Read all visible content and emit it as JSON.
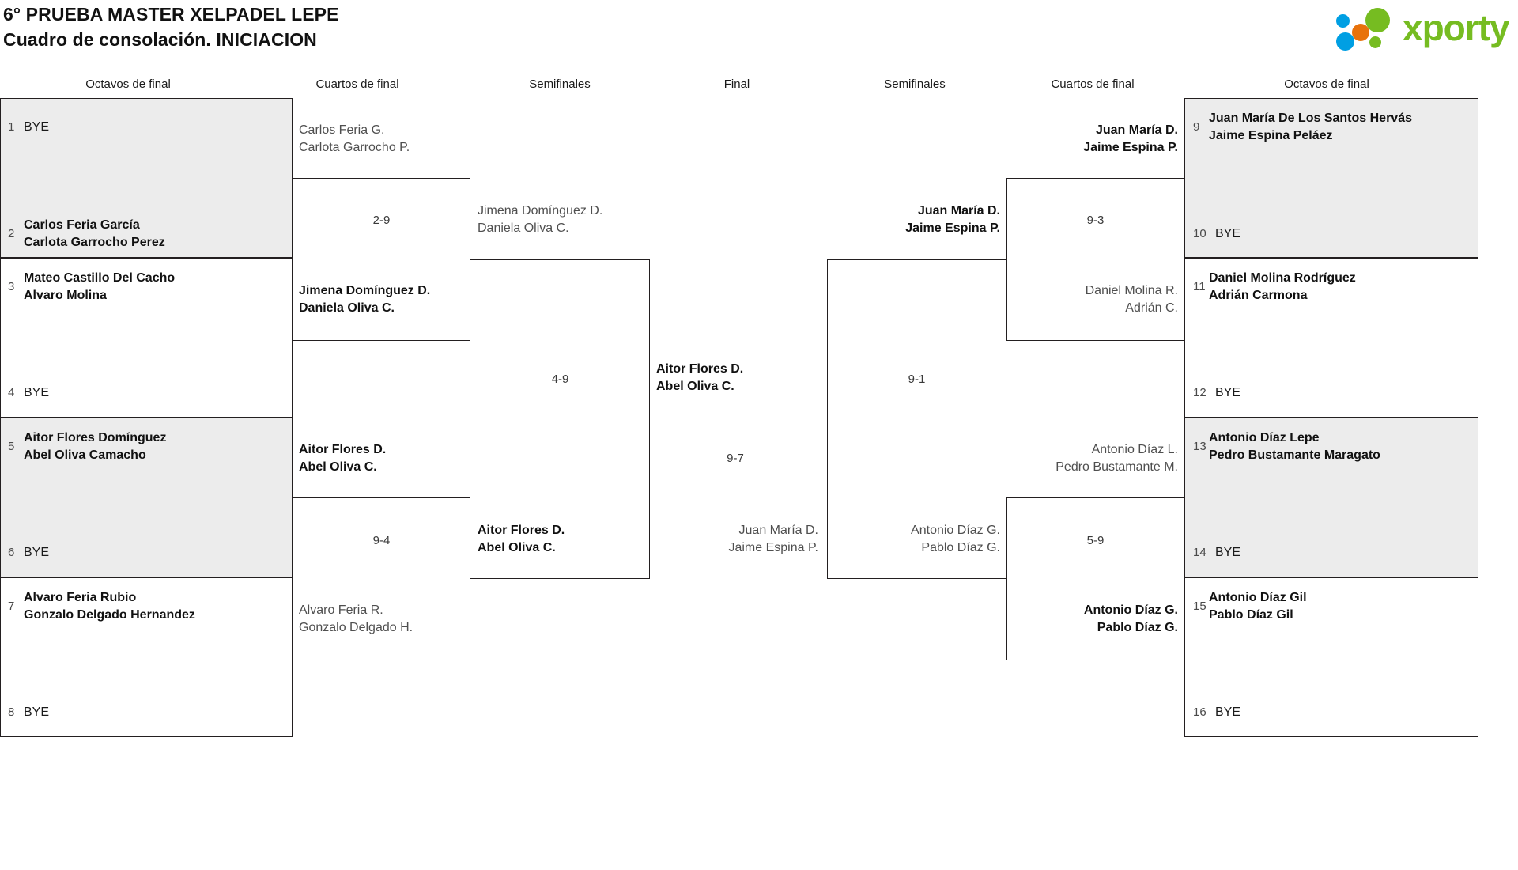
{
  "header": {
    "title_line1": "6° PRUEBA MASTER XELPADEL LEPE",
    "title_line2": "Cuadro de consolación. INICIACION",
    "logo_word": "xporty",
    "logo_colors": {
      "green": "#76bc21",
      "blue": "#009fe3",
      "orange": "#e8720c"
    }
  },
  "round_labels": {
    "left_r16": "Octavos de final",
    "left_qf": "Cuartos de final",
    "left_sf": "Semifinales",
    "final": "Final",
    "right_sf": "Semifinales",
    "right_qf": "Cuartos de final",
    "right_r16": "Octavos de final"
  },
  "left_r16": [
    {
      "seed": "1",
      "line1": "BYE",
      "line2": "",
      "bye": true,
      "shaded": true
    },
    {
      "seed": "2",
      "line1": "Carlos Feria García",
      "line2": "Carlota Garrocho Perez",
      "bye": false,
      "shaded": true
    },
    {
      "seed": "3",
      "line1": "Mateo Castillo Del Cacho",
      "line2": "Alvaro Molina",
      "bye": false,
      "shaded": false
    },
    {
      "seed": "4",
      "line1": "BYE",
      "line2": "",
      "bye": true,
      "shaded": false
    },
    {
      "seed": "5",
      "line1": "Aitor Flores Domínguez",
      "line2": "Abel Oliva Camacho",
      "bye": false,
      "shaded": true
    },
    {
      "seed": "6",
      "line1": "BYE",
      "line2": "",
      "bye": true,
      "shaded": true
    },
    {
      "seed": "7",
      "line1": "Alvaro Feria Rubio",
      "line2": "Gonzalo Delgado Hernandez",
      "bye": false,
      "shaded": false
    },
    {
      "seed": "8",
      "line1": "BYE",
      "line2": "",
      "bye": true,
      "shaded": false
    }
  ],
  "right_r16": [
    {
      "seed": "9",
      "line1": "Juan María De Los Santos Hervás",
      "line2": "Jaime Espina Peláez",
      "bye": false,
      "shaded": true
    },
    {
      "seed": "10",
      "line1": "BYE",
      "line2": "",
      "bye": true,
      "shaded": true
    },
    {
      "seed": "11",
      "line1": "Daniel Molina Rodríguez",
      "line2": "Adrián Carmona",
      "bye": false,
      "shaded": false
    },
    {
      "seed": "12",
      "line1": "BYE",
      "line2": "",
      "bye": true,
      "shaded": false
    },
    {
      "seed": "13",
      "line1": "Antonio Díaz Lepe",
      "line2": "Pedro Bustamante Maragato",
      "bye": false,
      "shaded": true
    },
    {
      "seed": "14",
      "line1": "BYE",
      "line2": "",
      "bye": true,
      "shaded": true
    },
    {
      "seed": "15",
      "line1": "Antonio Díaz Gil",
      "line2": "Pablo Díaz Gil",
      "bye": false,
      "shaded": false
    },
    {
      "seed": "16",
      "line1": "BYE",
      "line2": "",
      "bye": true,
      "shaded": false
    }
  ],
  "left_qf": [
    {
      "top": {
        "line1": "Carlos Feria G.",
        "line2": "Carlota Garrocho P.",
        "winner": false
      },
      "bottom": {
        "line1": "Jimena Domínguez D.",
        "line2": "Daniela Oliva C.",
        "winner": true
      },
      "score": "2-9"
    },
    {
      "top": {
        "line1": "Aitor Flores D.",
        "line2": "Abel Oliva C.",
        "winner": true
      },
      "bottom": {
        "line1": "Alvaro Feria R.",
        "line2": "Gonzalo Delgado H.",
        "winner": false
      },
      "score": "9-4"
    }
  ],
  "left_sf": [
    {
      "top": {
        "line1": "Jimena Domínguez D.",
        "line2": "Daniela Oliva C.",
        "winner": false
      },
      "bottom": {
        "line1": "Aitor Flores D.",
        "line2": "Abel Oliva C.",
        "winner": true
      },
      "score": "4-9"
    }
  ],
  "final": {
    "top": {
      "line1": "Aitor Flores D.",
      "line2": "Abel Oliva C.",
      "winner": true
    },
    "bottom": {
      "line1": "Juan María D.",
      "line2": "Jaime Espina P.",
      "winner": false
    },
    "score": "9-7"
  },
  "right_sf": [
    {
      "top": {
        "line1": "Juan María D.",
        "line2": "Jaime Espina P.",
        "winner": true
      },
      "bottom": {
        "line1": "Antonio Díaz G.",
        "line2": "Pablo Díaz G.",
        "winner": false
      },
      "score": "9-1"
    }
  ],
  "right_qf": [
    {
      "top": {
        "line1": "Juan María D.",
        "line2": "Jaime Espina P.",
        "winner": true
      },
      "bottom": {
        "line1": "Daniel Molina R.",
        "line2": "Adrián C.",
        "winner": false
      },
      "score": "9-3"
    },
    {
      "top": {
        "line1": "Antonio Díaz L.",
        "line2": "Pedro Bustamante M.",
        "winner": false
      },
      "bottom": {
        "line1": "Antonio Díaz G.",
        "line2": "Pablo Díaz G.",
        "winner": true
      },
      "score": "5-9"
    }
  ]
}
